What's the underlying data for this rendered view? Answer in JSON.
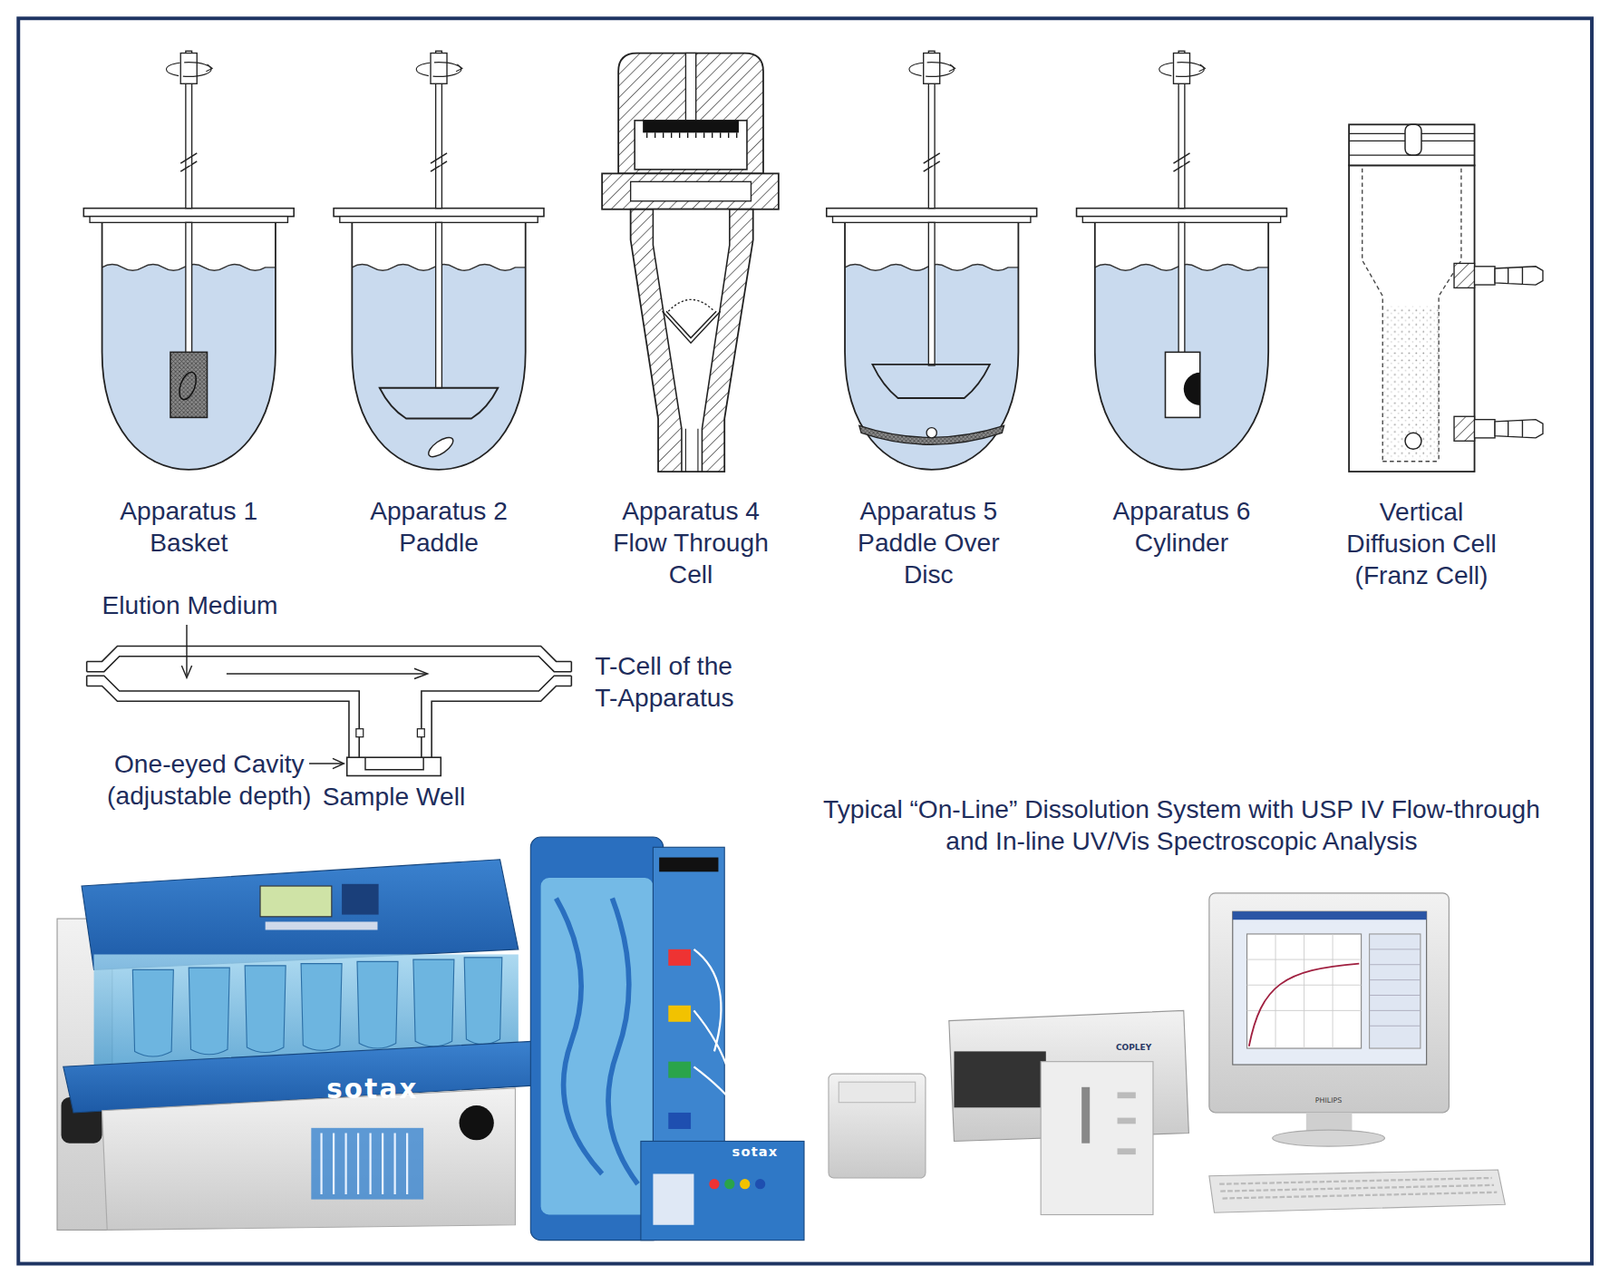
{
  "diagram": {
    "labels": [
      "Apparatus 1 Basket",
      "Apparatus 2 Paddle",
      "Apparatus 4 Flow Through Cell",
      "Apparatus 5 Paddle Over Disc",
      "Apparatus 6 Cylinder",
      "Vertical Diffusion Cell (Franz Cell)",
      "Elution Medium",
      "T-Cell of the T-Apparatus",
      "One-eyed Cavity (adjustable depth)",
      "Sample Well",
      "Typical “On-Line” Dissolution System with USP IV Flow-through and In-line UV/Vis Spectroscopic Analysis",
      "sotax",
      "sotax",
      "COPLEY",
      "PHILIPS"
    ]
  }
}
